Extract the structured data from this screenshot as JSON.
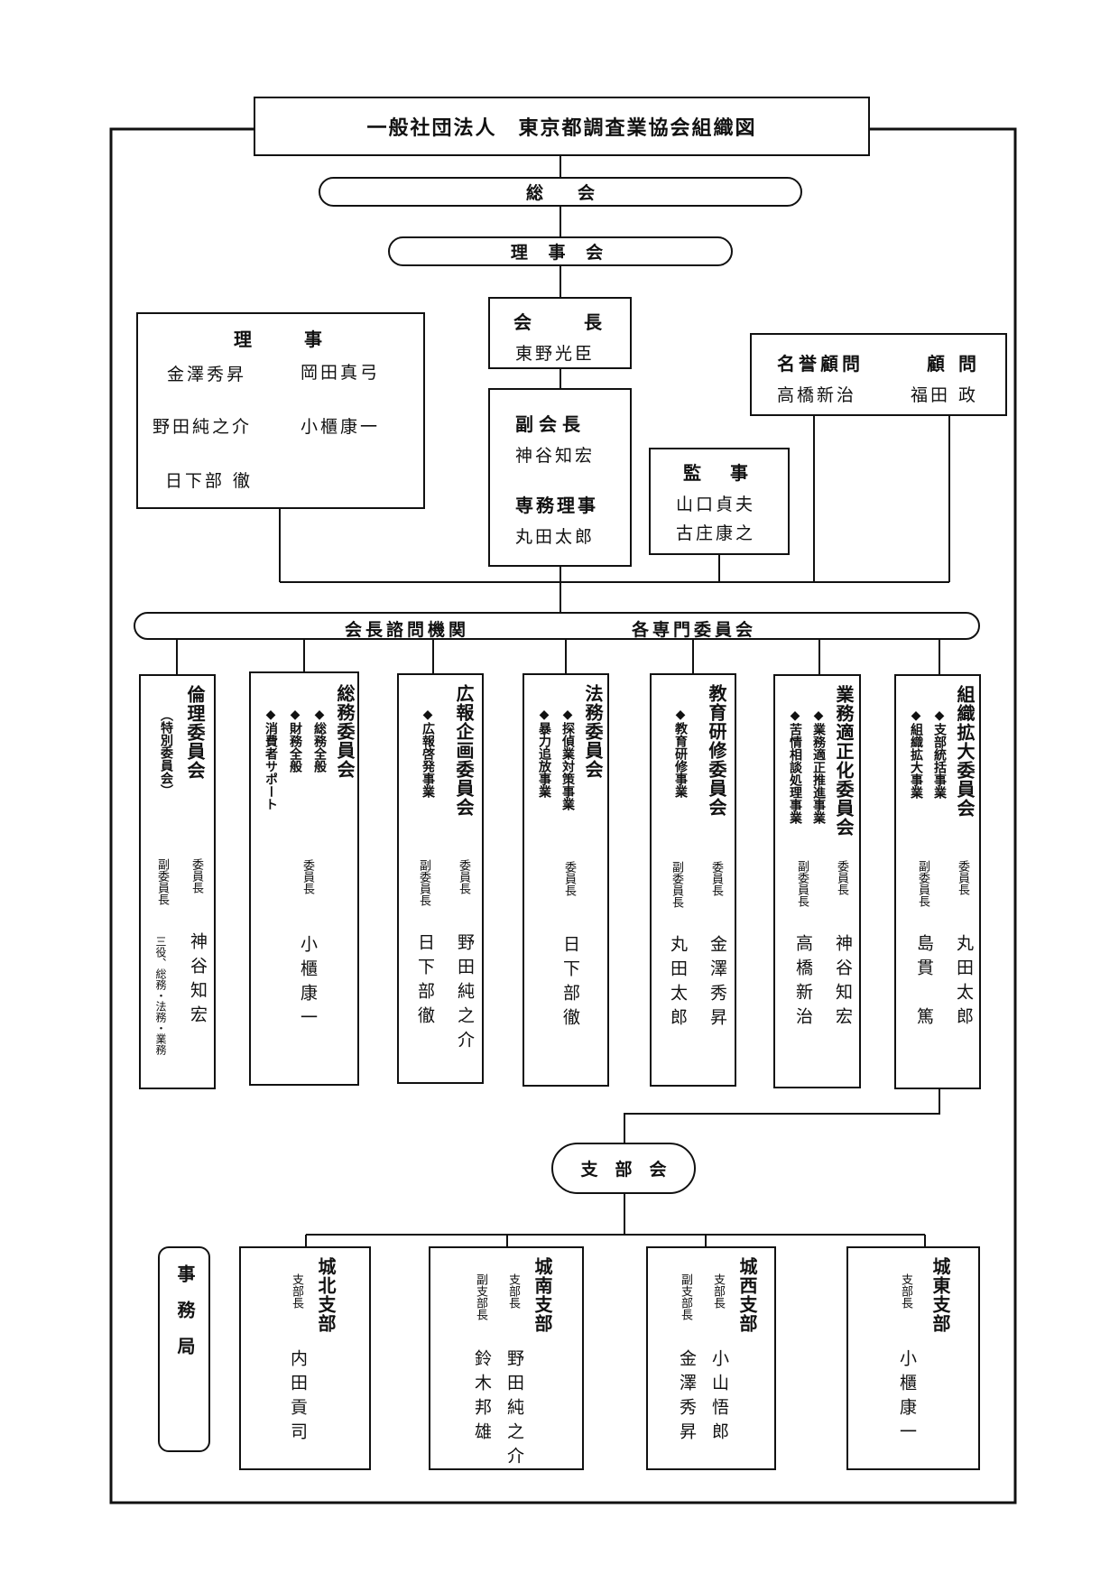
{
  "title": "一般社団法人　東京都調査業協会組織図",
  "general_meeting": "総　　会",
  "board": "理 事 会",
  "directors": {
    "heading": "理　　事",
    "names": [
      "金澤秀昇",
      "岡田真弓",
      "野田純之介",
      "小櫃康一",
      "日下部 徹"
    ]
  },
  "president": {
    "title": "会　　長",
    "name": "東野光臣"
  },
  "vice_president": {
    "title": "副会長",
    "name": "神谷知宏",
    "title2": "専務理事",
    "name2": "丸田太郎"
  },
  "auditor": {
    "title": "監　事",
    "names": [
      "山口貞夫",
      "古庄康之"
    ]
  },
  "advisors": {
    "honorary_title": "名誉顧問",
    "honorary_name": "高橋新治",
    "advisor_title": "顧 問",
    "advisor_name": "福田 政"
  },
  "committee_bar": {
    "left": "会長諮問機関",
    "right": "各専門委員会"
  },
  "committees": [
    {
      "name": "倫理委員会",
      "sub": "（特別委員会）",
      "duties": [],
      "chair_role": "委員長",
      "chair": "神谷知宏",
      "vice_role": "副委員長",
      "vice": "",
      "note": "三役、総務・法務・業務"
    },
    {
      "name": "総務委員会",
      "sub": "",
      "duties": [
        "◆総務全般",
        "◆財務全般",
        "◆消費者サポート"
      ],
      "chair_role": "委員長",
      "chair": "小櫃康一",
      "vice_role": "",
      "vice": "",
      "note": ""
    },
    {
      "name": "広報企画委員会",
      "sub": "",
      "duties": [
        "◆広報啓発事業"
      ],
      "chair_role": "委員長",
      "chair": "野田純之介",
      "vice_role": "副委員長",
      "vice": "日下部徹",
      "note": ""
    },
    {
      "name": "法務委員会",
      "sub": "",
      "duties": [
        "◆探偵業対策事業",
        "◆暴力追放事業"
      ],
      "chair_role": "委員長",
      "chair": "日下部徹",
      "vice_role": "",
      "vice": "",
      "note": ""
    },
    {
      "name": "教育研修委員会",
      "sub": "",
      "duties": [
        "◆教育研修事業"
      ],
      "chair_role": "委員長",
      "chair": "金澤秀昇",
      "vice_role": "副委員長",
      "vice": "丸田太郎",
      "note": ""
    },
    {
      "name": "業務適正化委員会",
      "sub": "",
      "duties": [
        "◆業務適正推進事業",
        "◆苦情相談処理事業"
      ],
      "chair_role": "委員長",
      "chair": "神谷知宏",
      "vice_role": "副委員長",
      "vice": "高橋新治",
      "note": ""
    },
    {
      "name": "組織拡大委員会",
      "sub": "",
      "duties": [
        "◆支部統括事業",
        "◆組織拡大事業"
      ],
      "chair_role": "委員長",
      "chair": "丸田太郎",
      "vice_role": "副委員長",
      "vice": "島貫　篤",
      "note": ""
    }
  ],
  "branch_meeting": "支　部　会",
  "secretariat": "事務局",
  "branches": [
    {
      "name": "城北支部",
      "chief_role": "支部長",
      "chief": "内田貢司",
      "vice_role": "",
      "vice": ""
    },
    {
      "name": "城南支部",
      "chief_role": "支部長",
      "chief": "野田純之介",
      "vice_role": "副支部長",
      "vice": "鈴木邦雄"
    },
    {
      "name": "城西支部",
      "chief_role": "支部長",
      "chief": "小山悟郎",
      "vice_role": "副支部長",
      "vice": "金澤秀昇"
    },
    {
      "name": "城東支部",
      "chief_role": "支部長",
      "chief": "小櫃康一",
      "vice_role": "",
      "vice": ""
    }
  ]
}
